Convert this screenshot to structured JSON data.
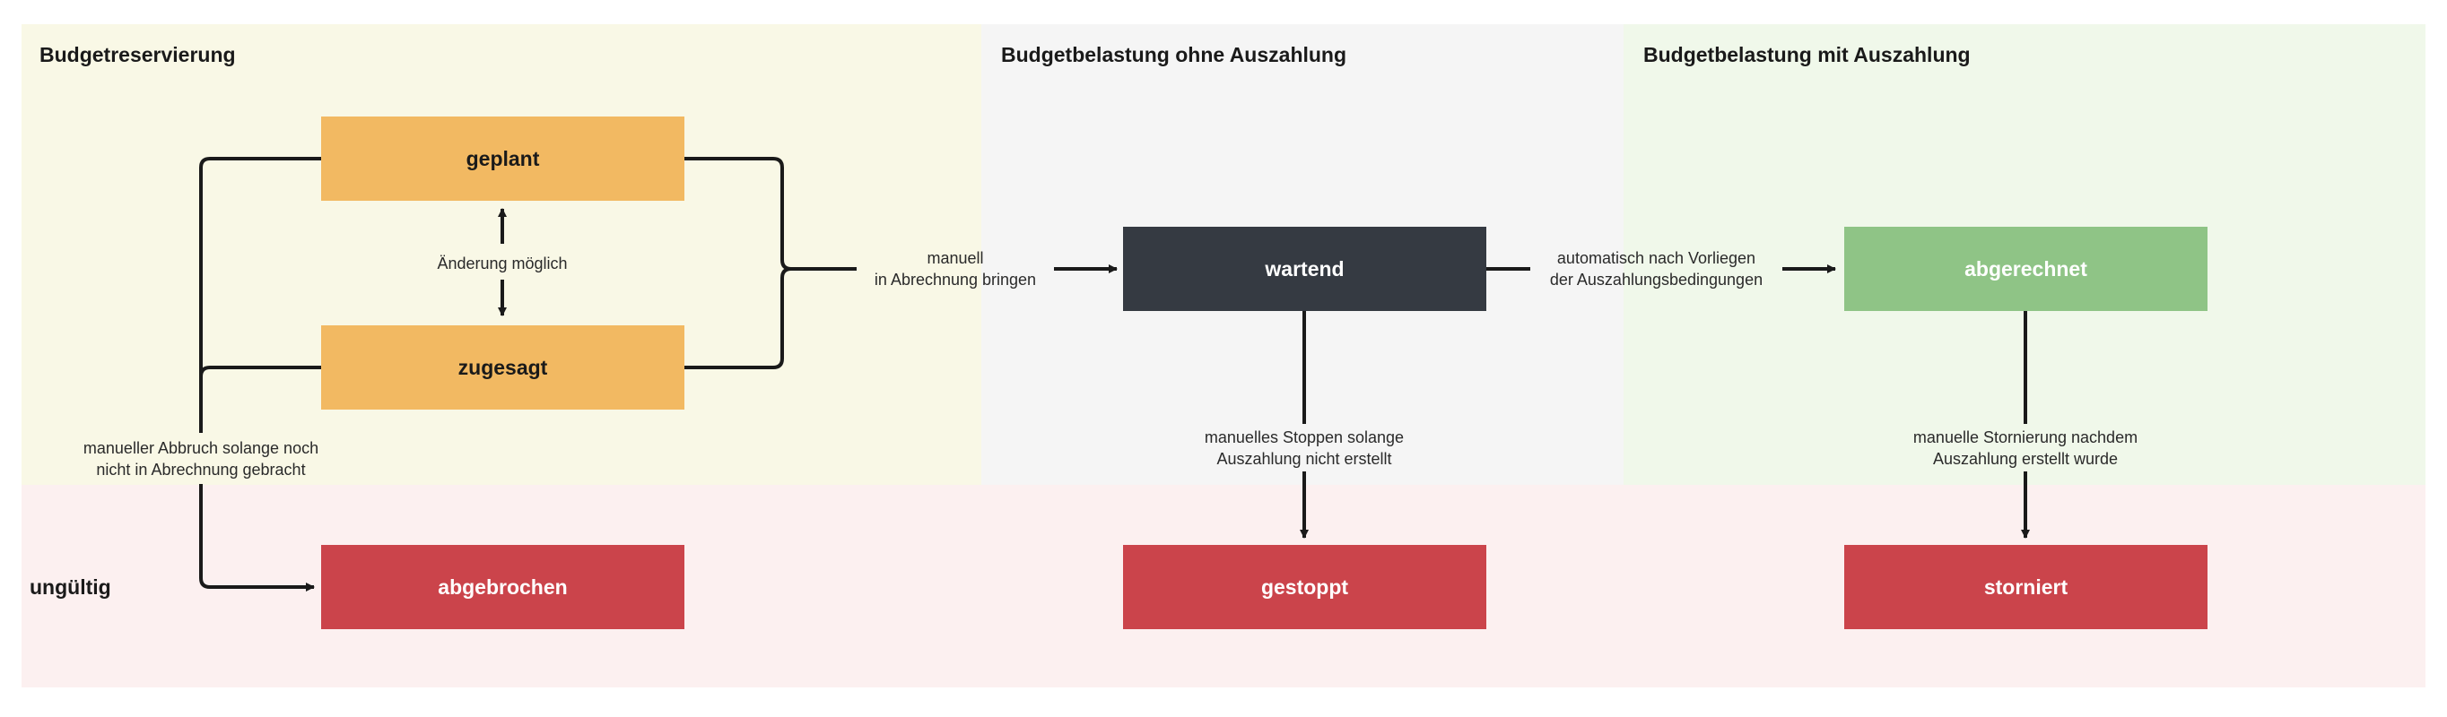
{
  "regions": {
    "reservation": {
      "title": "Budgetreservierung",
      "color": "#f9f8e6"
    },
    "no_payout": {
      "title": "Budgetbelastung ohne Auszahlung",
      "color": "#f5f5f5"
    },
    "with_payout": {
      "title": "Budgetbelastung mit Auszahlung",
      "color": "#f0f8ea"
    },
    "invalid": {
      "title": "ungültig",
      "color": "#fcf0f0"
    }
  },
  "nodes": {
    "geplant": {
      "label": "geplant",
      "color": "#f2b962",
      "text_color": "#1a1a1a"
    },
    "zugesagt": {
      "label": "zugesagt",
      "color": "#f2b962",
      "text_color": "#1a1a1a"
    },
    "wartend": {
      "label": "wartend",
      "color": "#353a42",
      "text_color": "#ffffff"
    },
    "abgerechnet": {
      "label": "abgerechnet",
      "color": "#8fc486",
      "text_color": "#ffffff"
    },
    "abgebrochen": {
      "label": "abgebrochen",
      "color": "#cb444b",
      "text_color": "#ffffff"
    },
    "gestoppt": {
      "label": "gestoppt",
      "color": "#cb444b",
      "text_color": "#ffffff"
    },
    "storniert": {
      "label": "storniert",
      "color": "#cb444b",
      "text_color": "#ffffff"
    }
  },
  "edges": {
    "aenderung": "Änderung möglich",
    "manuell_line1": "manuell",
    "manuell_line2": "in Abrechnung bringen",
    "automatisch_line1": "automatisch nach Vorliegen",
    "automatisch_line2": "der Auszahlungsbedingungen",
    "abbruch_line1": "manueller Abbruch solange noch",
    "abbruch_line2": "nicht in Abrechnung gebracht",
    "stoppen_line1": "manuelles Stoppen solange",
    "stoppen_line2": "Auszahlung nicht erstellt",
    "storno_line1": "manuelle Stornierung nachdem",
    "storno_line2": "Auszahlung erstellt wurde"
  },
  "line_color": "#1a1a1a"
}
